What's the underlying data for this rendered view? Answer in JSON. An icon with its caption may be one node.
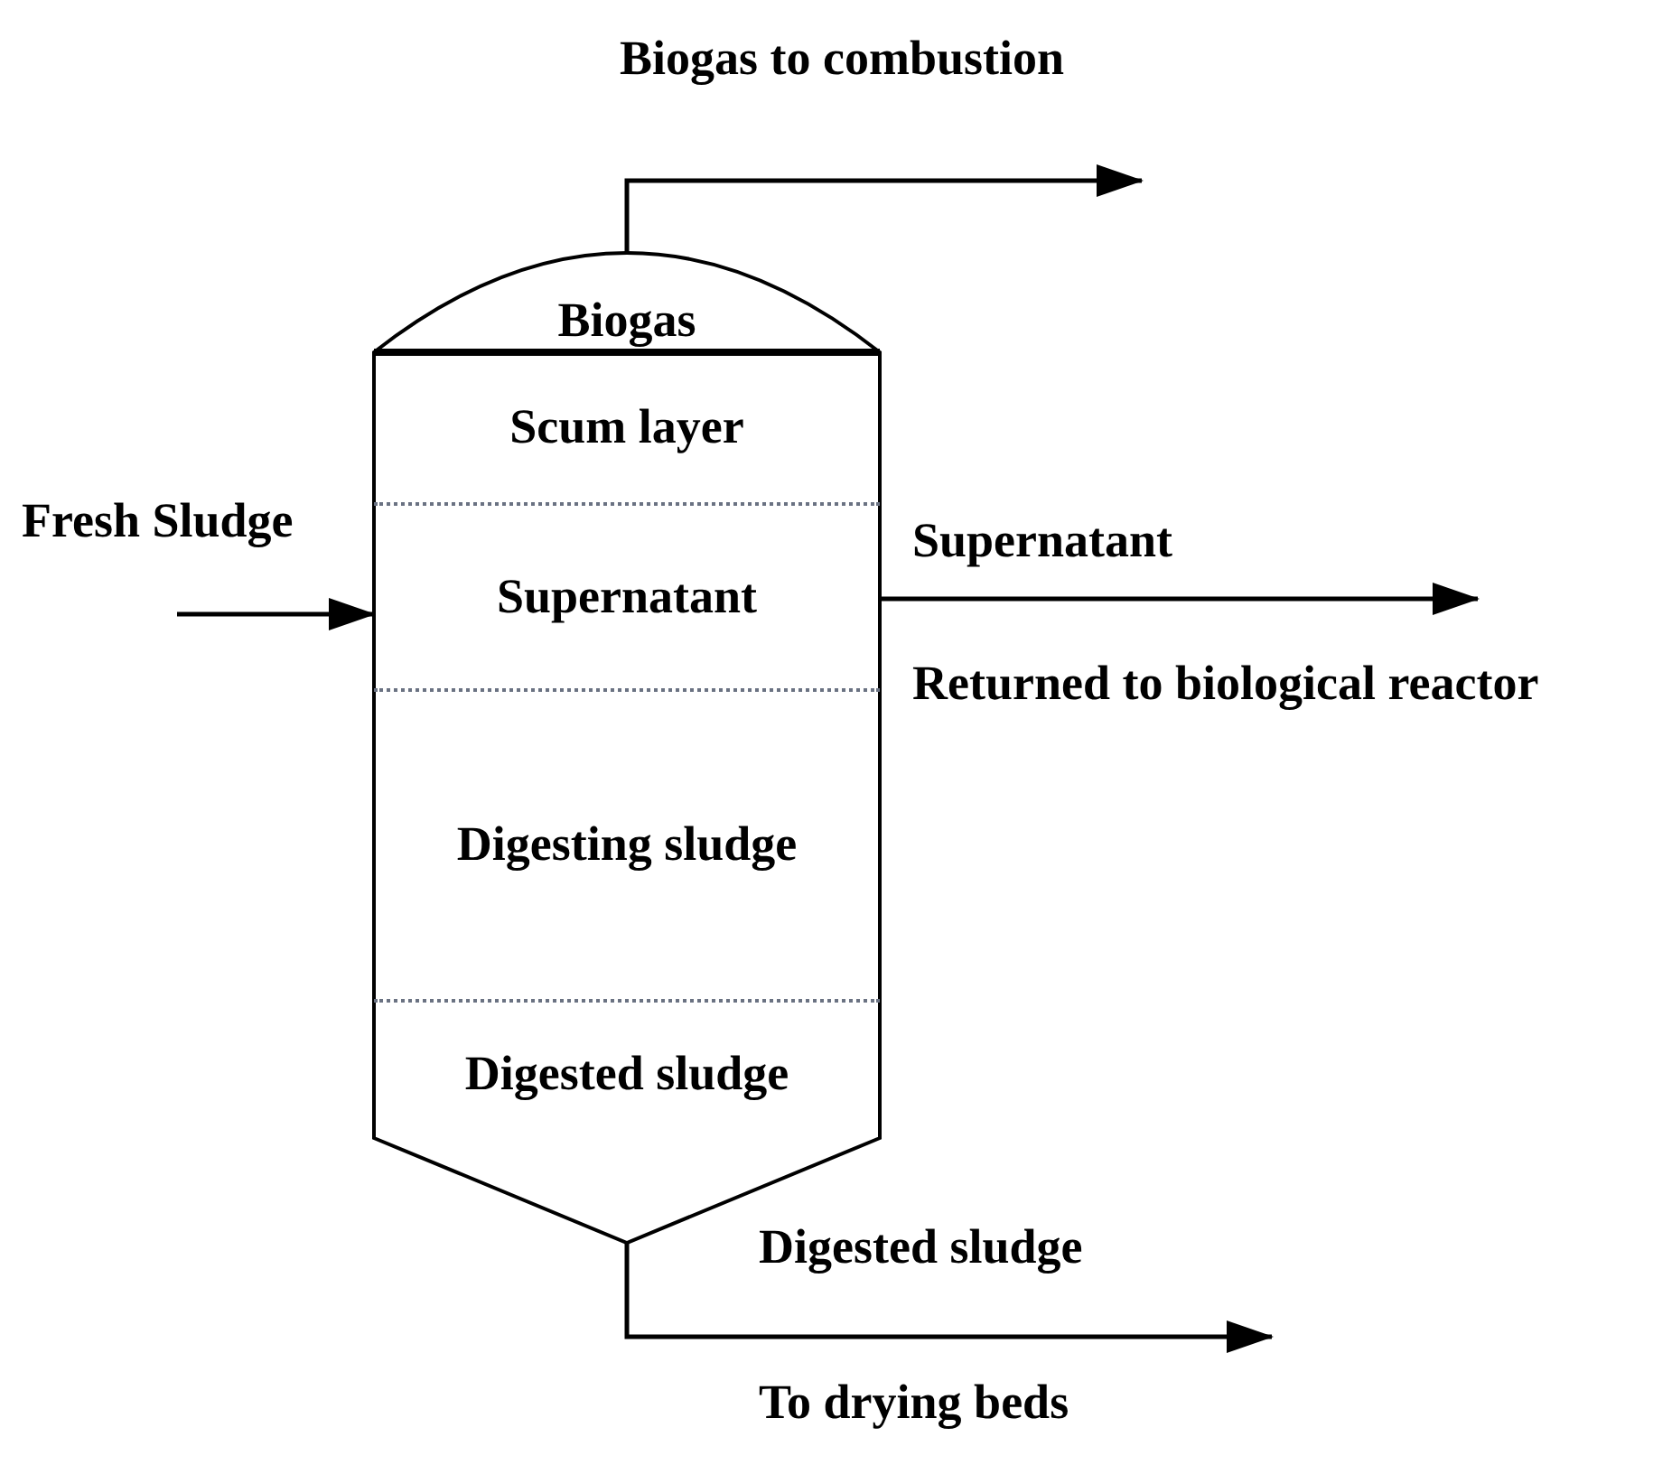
{
  "diagram": {
    "nodes": [
      {
        "text": [],
        "shape": "cylinder"
      },
      {
        "text": [
          "Biogas"
        ],
        "in": 0
      },
      {
        "text": [
          "Scum layer"
        ],
        "in": 0
      },
      {
        "text": [
          "Supernatant"
        ],
        "in": 0
      },
      {
        "text": [
          "Digesting sludge"
        ],
        "in": 0
      },
      {
        "text": [
          "Digested sludge"
        ],
        "in": 0
      }
    ],
    "edges": [
      {
        "from": 1,
        "to": null,
        "arrow": "to",
        "label": "Biogas to combustion"
      },
      {
        "from": null,
        "to": 0,
        "arrow": "to",
        "label": "Fresh Sludge"
      },
      {
        "from": 3,
        "to": null,
        "arrow": "to",
        "label": "Supernatant"
      },
      {
        "from": 0,
        "to": null,
        "arrow": "to",
        "label": "Digested sludge"
      }
    ],
    "labels": [
      "Returned to biological reactor",
      "To drying beds"
    ]
  }
}
